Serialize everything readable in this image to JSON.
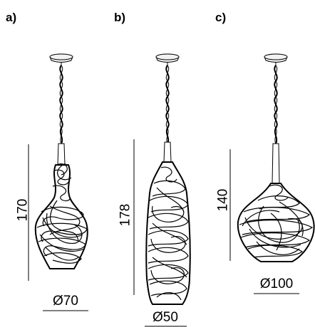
{
  "panels": [
    {
      "label": "a)",
      "height": "170",
      "diameter": "Ø70"
    },
    {
      "label": "b)",
      "height": "178",
      "diameter": "Ø50"
    },
    {
      "label": "c)",
      "height": "140",
      "diameter": "Ø100"
    }
  ],
  "colors": {
    "line": "#000000",
    "background": "#ffffff",
    "canopy": "#f2f2f2"
  }
}
